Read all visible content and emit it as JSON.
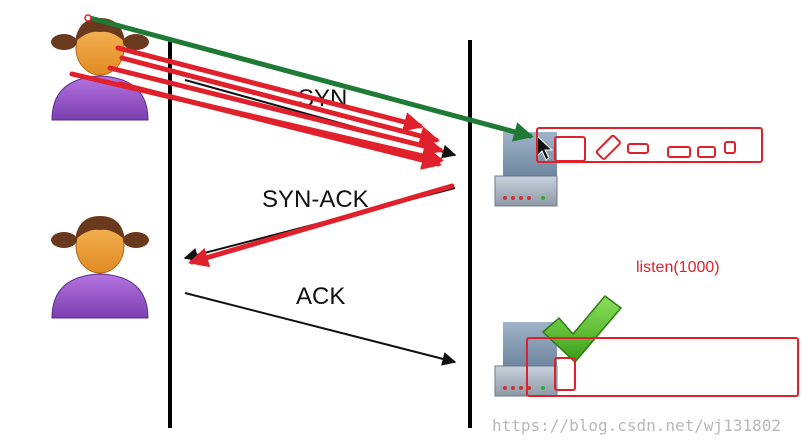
{
  "diagram": {
    "labels": {
      "syn": "SYN",
      "syn_ack": "SYN-ACK",
      "ack": "ACK"
    },
    "annotation": {
      "listen": "listen(1000)"
    },
    "watermark": "https://blog.csdn.net/wj131802",
    "colors": {
      "annotation_red": "#e0202a",
      "arrow_green": "#1f7a36",
      "arrow_black": "#111111",
      "client_body": "#9b59c9",
      "client_face": "#f0a03c",
      "client_hair": "#6b3a1e",
      "check_green": "#5cc52b"
    },
    "icons": [
      "client-person-icon",
      "server-device-icon",
      "checkmark-icon",
      "mouse-cursor-icon"
    ]
  }
}
